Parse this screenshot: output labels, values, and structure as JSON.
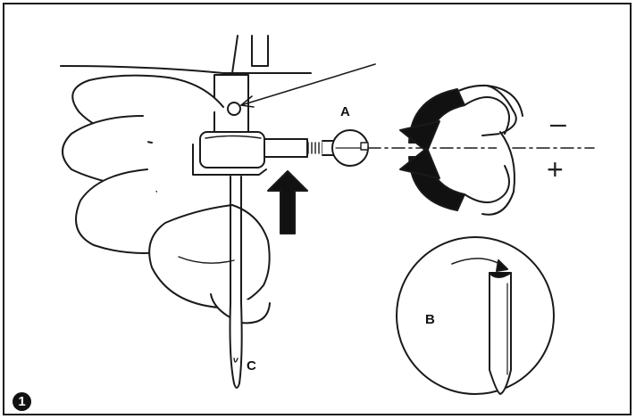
{
  "figure": {
    "label_a": "A",
    "label_b": "B",
    "label_c": "C",
    "minus_sign": "–",
    "plus_sign": "+",
    "figure_number": "1"
  },
  "icons": {
    "rotation": "rotation-arrows-icon",
    "up_arrow": "up-arrow-icon",
    "needle": "needle-icon",
    "hand": "hand-icon"
  }
}
